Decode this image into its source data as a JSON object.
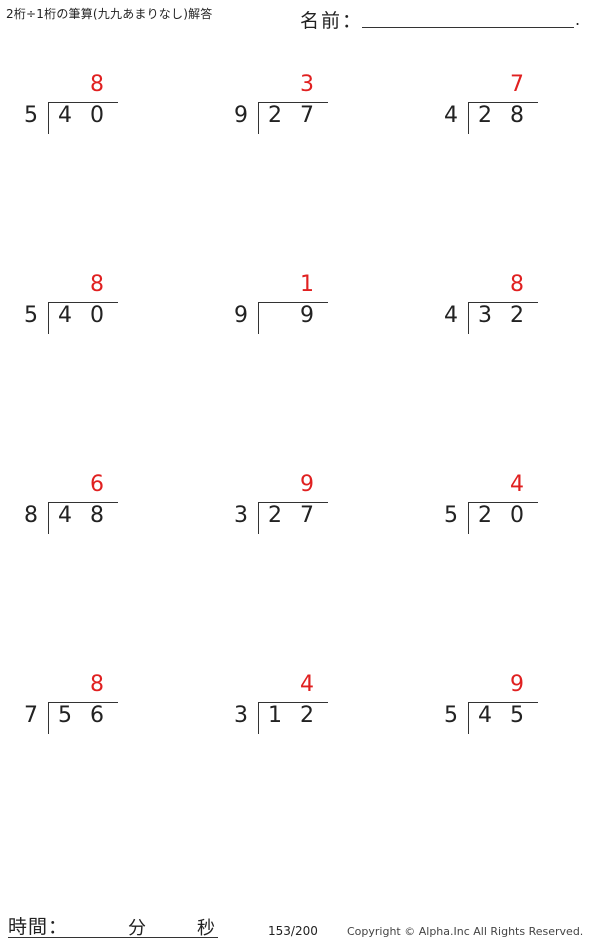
{
  "header": {
    "title": "2桁÷1桁の筆算(九九あまりなし)解答",
    "name_label": "名前：",
    "name_end": "."
  },
  "problems": [
    {
      "divisor": "5",
      "d1": "4",
      "d2": "0",
      "answer": "8"
    },
    {
      "divisor": "9",
      "d1": "2",
      "d2": "7",
      "answer": "3"
    },
    {
      "divisor": "4",
      "d1": "2",
      "d2": "8",
      "answer": "7"
    },
    {
      "divisor": "5",
      "d1": "4",
      "d2": "0",
      "answer": "8"
    },
    {
      "divisor": "9",
      "d1": "",
      "d2": "9",
      "answer": "1"
    },
    {
      "divisor": "4",
      "d1": "3",
      "d2": "2",
      "answer": "8"
    },
    {
      "divisor": "8",
      "d1": "4",
      "d2": "8",
      "answer": "6"
    },
    {
      "divisor": "3",
      "d1": "2",
      "d2": "7",
      "answer": "9"
    },
    {
      "divisor": "5",
      "d1": "2",
      "d2": "0",
      "answer": "4"
    },
    {
      "divisor": "7",
      "d1": "5",
      "d2": "6",
      "answer": "8"
    },
    {
      "divisor": "3",
      "d1": "1",
      "d2": "2",
      "answer": "4"
    },
    {
      "divisor": "5",
      "d1": "4",
      "d2": "5",
      "answer": "9"
    }
  ],
  "footer": {
    "time_label": "時間：",
    "minutes_label": "分",
    "seconds_label": "秒",
    "page": "153/200",
    "copyright": "Copyright © Alpha.Inc All Rights Reserved."
  },
  "colors": {
    "answer": "#e02020",
    "text": "#222222"
  }
}
